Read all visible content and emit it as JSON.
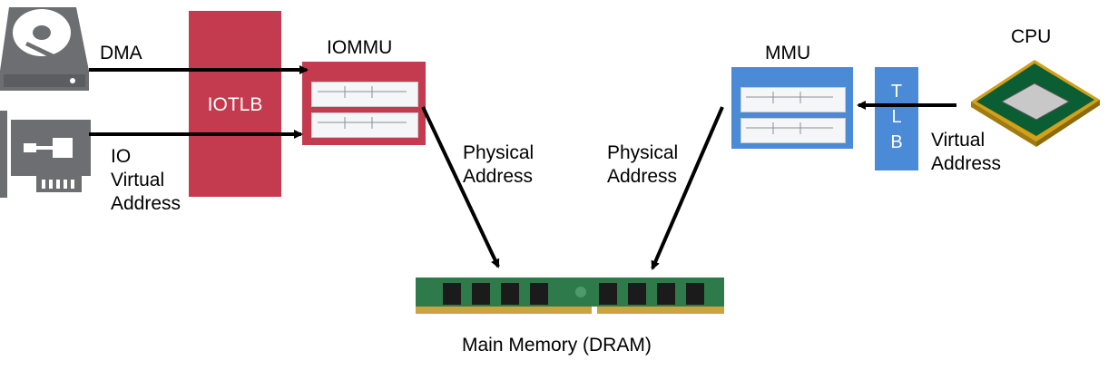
{
  "labels": {
    "dma": "DMA",
    "io_virtual": [
      "IO",
      "Virtual",
      "Address"
    ],
    "iotlb": "IOTLB",
    "iommu": "IOMMU",
    "mmu": "MMU",
    "cpu": "CPU",
    "tlb_letters": [
      "T",
      "L",
      "B"
    ],
    "virtual_address": [
      "Virtual",
      "Address"
    ],
    "physical_address_left": [
      "Physical",
      "Address"
    ],
    "physical_address_right": [
      "Physical",
      "Address"
    ],
    "main_memory": "Main Memory (DRAM)"
  },
  "icons": {
    "disk": "hard-disk-icon",
    "pcie_card": "network-card-icon",
    "cpu": "cpu-chip-icon",
    "ram": "dram-module-icon"
  },
  "colors": {
    "io_red": "#c43a4e",
    "mmu_blue": "#4a8ad6",
    "device_gray": "#6d6e71",
    "chip_green": "#0b5e33",
    "ram_green": "#2f7a4a"
  }
}
